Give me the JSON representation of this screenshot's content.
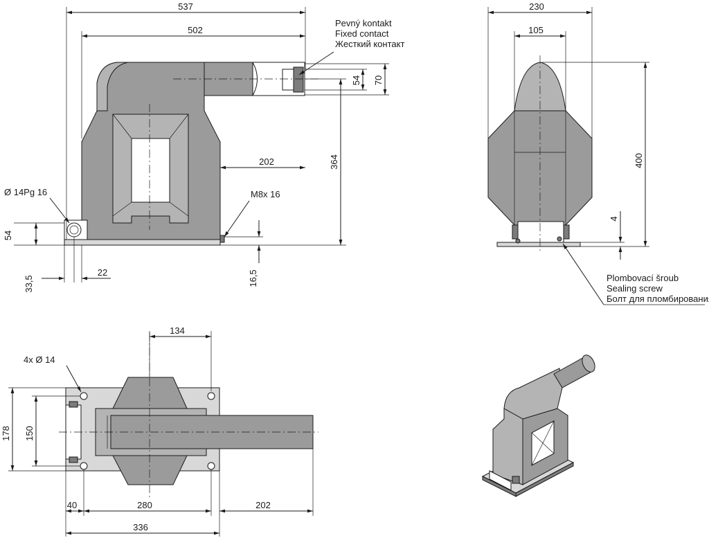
{
  "front_view": {
    "dim_total_length": "537",
    "dim_body_length": "502",
    "dim_contact_offset": "202",
    "dim_height": "364",
    "dim_contact_54": "54",
    "dim_contact_70": "70",
    "dim_gland_54": "54",
    "dim_gland_offset": "33,5",
    "dim_gland_22": "22",
    "dim_bolt_height": "16,5",
    "label_gland": "Ø 14Pg 16",
    "label_bolt": "M8x 16",
    "label_contact": [
      "Pevný kontakt",
      "Fixed contact",
      "Жесткий контакт"
    ]
  },
  "side_view": {
    "dim_width": "230",
    "dim_top_width": "105",
    "dim_height": "400",
    "dim_base": "4",
    "label_screw": [
      "Plombovací šroub",
      "Sealing screw",
      "Болт для пломбирования"
    ]
  },
  "top_view": {
    "dim_top": "134",
    "label_holes": "4x  Ø 14",
    "dim_178": "178",
    "dim_150": "150",
    "dim_40": "40",
    "dim_280": "280",
    "dim_202": "202",
    "dim_336": "336"
  }
}
